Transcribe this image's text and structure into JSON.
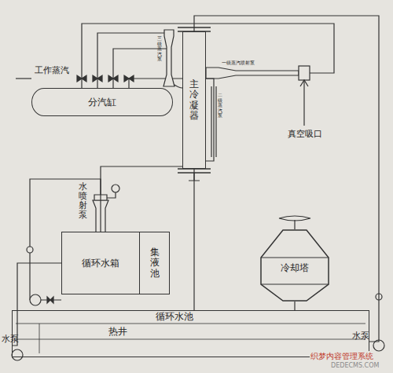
{
  "diagram": {
    "nodes": [
      {
        "text": [
          "分汽缸"
        ]
      },
      {
        "text": [
          "主冷凝器"
        ]
      },
      {
        "text": [
          "循环水箱"
        ]
      },
      {
        "text": [
          "集液池"
        ]
      },
      {
        "text": [
          "冷却塔"
        ]
      },
      {
        "text": [
          "循环水池",
          "热井"
        ]
      }
    ],
    "edges": [
      {
        "from": 1,
        "to": 5,
        "arrow": "none"
      },
      {
        "from": 4,
        "to": 5,
        "arrow": "none"
      },
      {
        "from": 5,
        "to": 2,
        "arrow": "none"
      },
      {
        "from": 5,
        "to": 1,
        "arrow": "none"
      },
      {
        "from": 2,
        "to": 1,
        "arrow": "none"
      }
    ],
    "labels": [
      "工作蒸汽",
      "三级蒸汽泵",
      "一级蒸汽喷射泵",
      "二级蒸汽泵",
      "真空吸口",
      "水喷射泵",
      "水泵",
      "水泵",
      "织梦内容管理系统",
      "DEDECMS.COM"
    ]
  }
}
